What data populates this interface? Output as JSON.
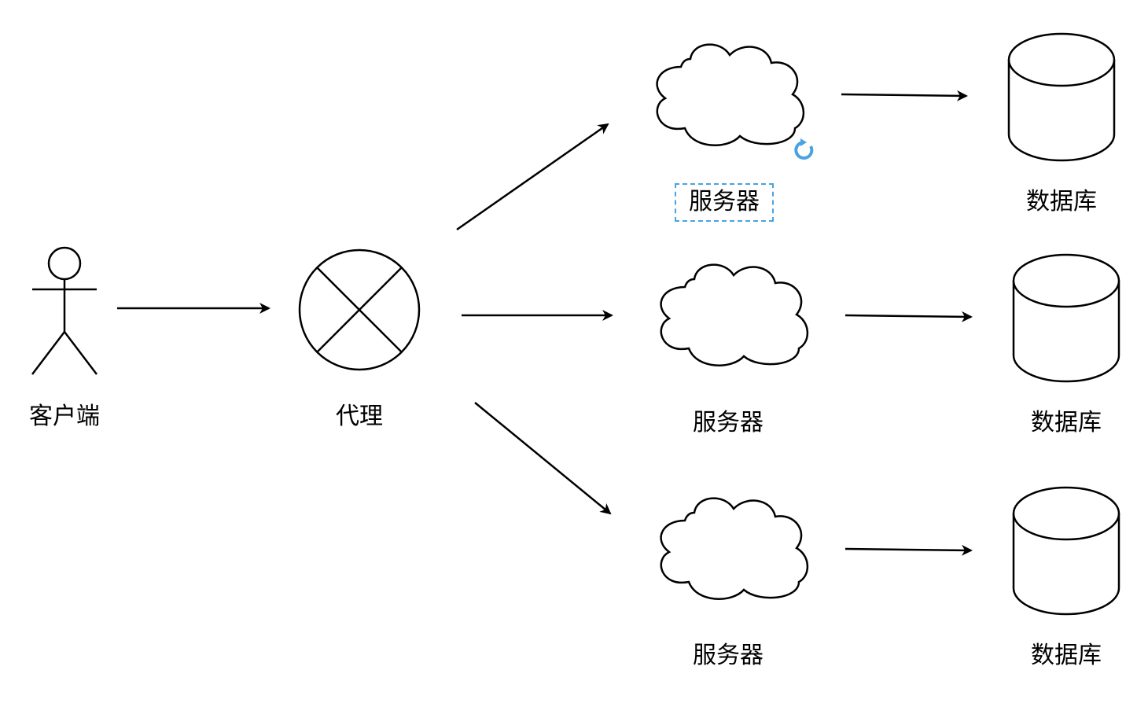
{
  "diagram": {
    "client": {
      "label": "客户端"
    },
    "proxy": {
      "label": "代理"
    },
    "servers": [
      {
        "label": "服务器",
        "selected": true
      },
      {
        "label": "服务器",
        "selected": false
      },
      {
        "label": "服务器",
        "selected": false
      }
    ],
    "databases": [
      {
        "label": "数据库"
      },
      {
        "label": "数据库"
      },
      {
        "label": "数据库"
      }
    ]
  },
  "colors": {
    "stroke": "#000000",
    "selection": "#4aa3e0"
  },
  "icons": {
    "rotate_handle": "rotate-icon"
  }
}
